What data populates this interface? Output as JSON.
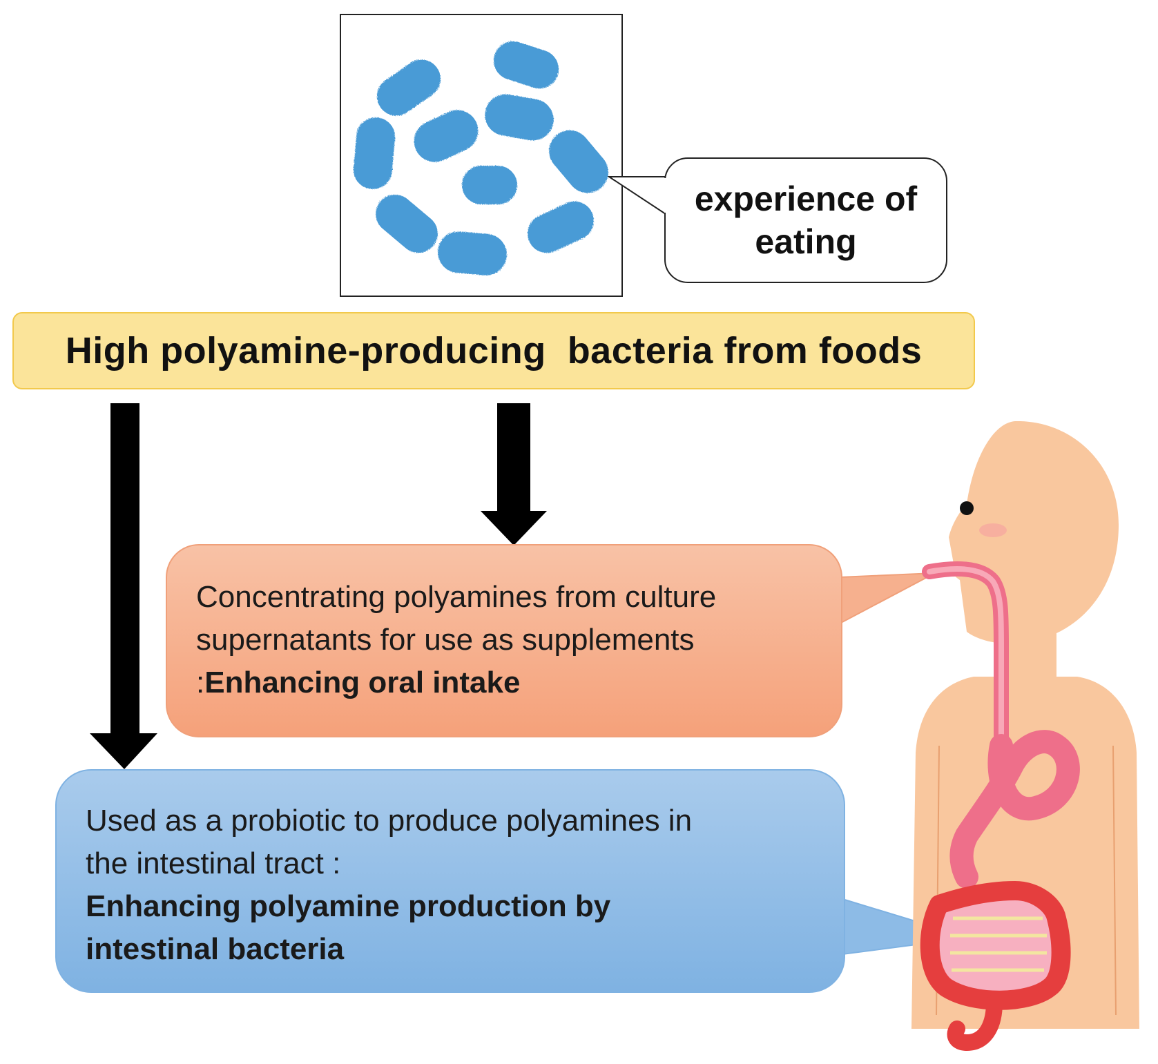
{
  "bubble": {
    "line1": "experience of",
    "line2": "eating"
  },
  "banner": {
    "title": "High polyamine-producing  bacteria from foods"
  },
  "oral_box": {
    "line1": "Concentrating polyamines from culture",
    "line2": "supernatants for use as supplements",
    "line3_prefix": ":",
    "line3_bold": "Enhancing oral intake"
  },
  "probiotic_box": {
    "line1": "Used as a probiotic to produce polyamines in",
    "line2": "the intestinal tract :",
    "line3_bold": "Enhancing polyamine production by",
    "line4_bold": "intestinal bacteria"
  },
  "colors": {
    "bacteria": "#4a9bd6",
    "banner_fill": "#fbe49a",
    "oral_fill": "#f5a17a",
    "probiotic_fill": "#7fb2e2",
    "skin": "#f9c79e",
    "gut": "#ee6f8a"
  }
}
